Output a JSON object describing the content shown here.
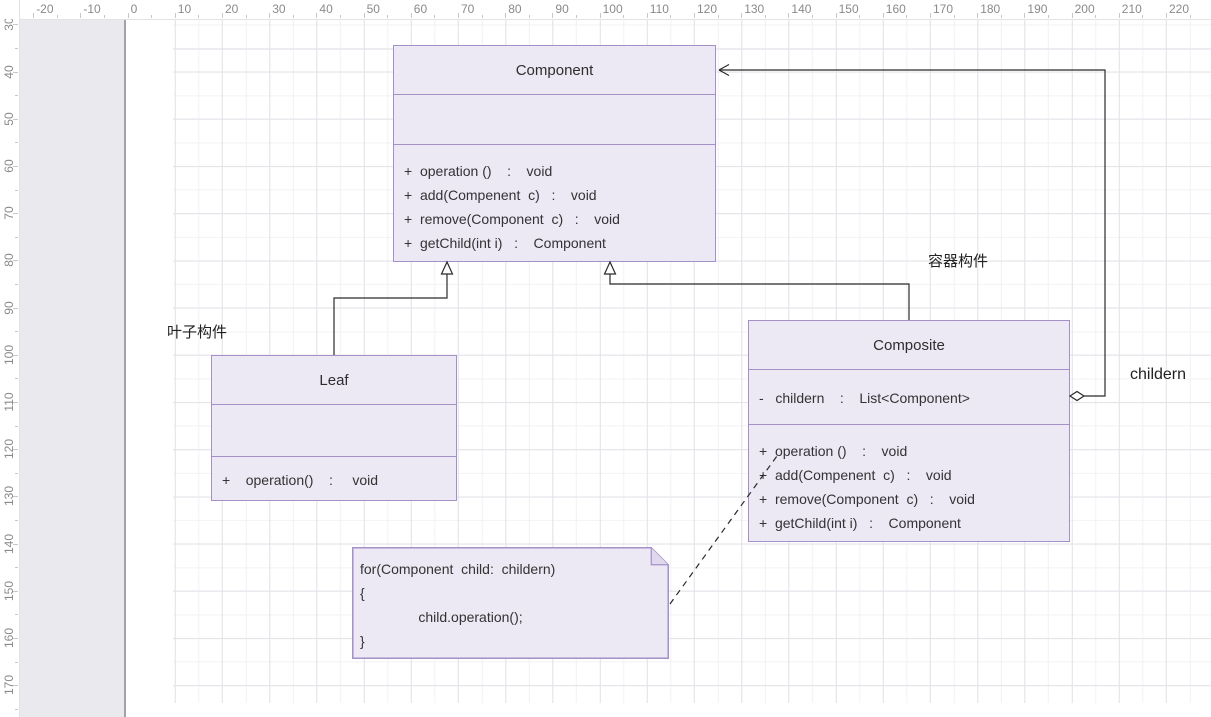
{
  "rulers": {
    "top": [
      "-20",
      "-10",
      "0",
      "10",
      "20",
      "30",
      "40",
      "50",
      "60",
      "70",
      "80",
      "90",
      "100",
      "110",
      "120",
      "130",
      "140",
      "150",
      "160",
      "170",
      "180",
      "190",
      "200",
      "210",
      "220"
    ],
    "left": [
      "30",
      "40",
      "50",
      "60",
      "70",
      "80",
      "90",
      "100",
      "110",
      "120",
      "130",
      "140",
      "150",
      "160",
      "170"
    ]
  },
  "diagram": {
    "component": {
      "title": "Component",
      "attributes": [],
      "methods": [
        "+  operation ()    :    void",
        "+  add(Compenent  c)   :    void",
        "+  remove(Component  c)   :    void",
        "+  getChild(int i)   :    Component"
      ]
    },
    "leaf": {
      "title": "Leaf",
      "attributes": [],
      "methods": [
        "+    operation()    :     void"
      ]
    },
    "composite": {
      "title": "Composite",
      "attributes": [
        "-   childern    :    List<Component>"
      ],
      "methods": [
        "+  operation ()    :    void",
        "+  add(Compenent  c)   :    void",
        "+  remove(Component  c)   :    void",
        "+  getChild(int i)   :    Component"
      ]
    },
    "note": {
      "lines": [
        "for(Component  child:  childern)",
        "{",
        "               child.operation();",
        "}"
      ]
    },
    "labels": {
      "leaf_annotation": "叶子构件",
      "container_annotation": "容器构件",
      "aggregation_role": "childern"
    }
  },
  "colors": {
    "shape_fill": "#ece8f4",
    "shape_border": "#a391c7",
    "connector": "#2b2b2b",
    "offpage_background": "#e9e9ee",
    "grid_major": "#e3e3e8",
    "grid_minor": "#f2f2f5",
    "ruler_text": "#8a8a8a"
  }
}
